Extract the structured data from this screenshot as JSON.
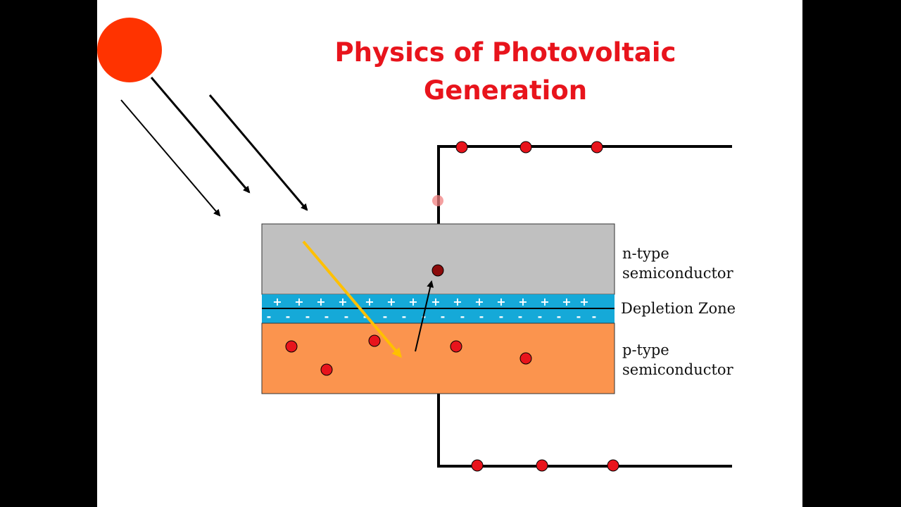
{
  "title": {
    "line1": "Physics of Photovoltaic",
    "line2": "Generation"
  },
  "layers": {
    "n_type": {
      "line1": "n-type",
      "line2": "semiconductor"
    },
    "depletion": "Depletion Zone",
    "p_type": {
      "line1": "p-type",
      "line2": "semiconductor"
    }
  },
  "depletion_signs": {
    "positive": "+",
    "negative": "-"
  },
  "icons": {
    "sun": "sun-icon",
    "electron": "electron-dot"
  },
  "colors": {
    "title": "#e8141c",
    "sun": "#ff3300",
    "n_layer": "#c0c0c0",
    "depletion": "#15a9d8",
    "p_layer": "#fb944e",
    "electron": "#e8141c",
    "photon": "#ffc000",
    "wire": "#000000"
  }
}
